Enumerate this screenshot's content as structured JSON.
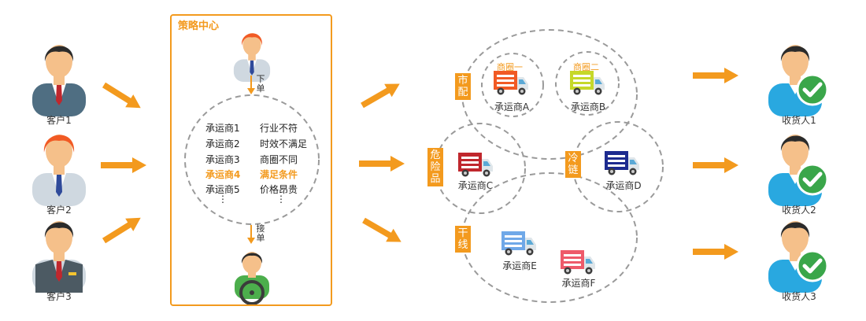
{
  "customers": [
    "客户1",
    "客户2",
    "客户3"
  ],
  "center": {
    "title": "策略中心",
    "order_label": "下单",
    "accept_label": "接单",
    "rows": [
      {
        "carrier": "承运商1",
        "reason": "行业不符"
      },
      {
        "carrier": "承运商2",
        "reason": "时效不满足"
      },
      {
        "carrier": "承运商3",
        "reason": "商圈不同"
      },
      {
        "carrier": "承运商4",
        "reason": "满足条件"
      },
      {
        "carrier": "承运商5",
        "reason": "价格昂贵"
      }
    ],
    "ellipsis": "⋮",
    "highlight_color": "#f39a1e"
  },
  "zones": {
    "city": "市配",
    "danger": "危险品",
    "cold": "冷链",
    "trunk": "干线",
    "circle1": "商圈一",
    "circle2": "商圈二"
  },
  "carriers": [
    "承运商A",
    "承运商B",
    "承运商C",
    "承运商D",
    "承运商E",
    "承运商F"
  ],
  "receivers": [
    "收货人1",
    "收货人2",
    "收货人3"
  ],
  "colors": {
    "accent": "#f39a1e",
    "dashed": "#9a9a9a",
    "check": "#3aa64a"
  }
}
